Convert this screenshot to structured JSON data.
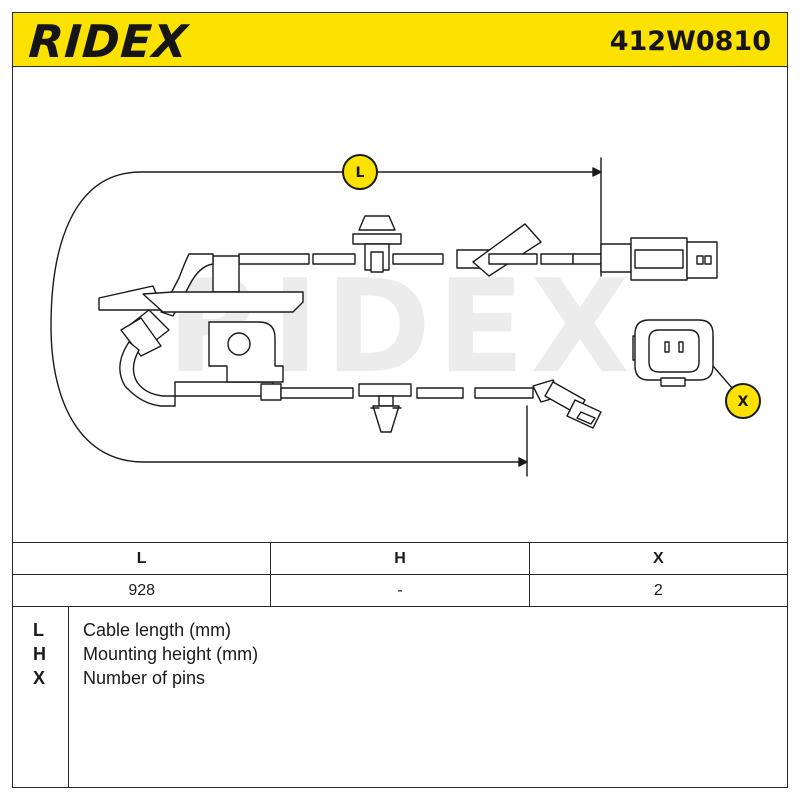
{
  "header": {
    "brand": "RIDEX",
    "part_number": "412W0810"
  },
  "drawing": {
    "watermark": "RIDEX",
    "badges": {
      "length": "L",
      "pins": "X"
    },
    "colors": {
      "accent_yellow": "#fbe200",
      "line": "#1a1a1a",
      "watermark": "#e9e9e9"
    }
  },
  "table": {
    "headers": [
      "L",
      "H",
      "X"
    ],
    "values": [
      "928",
      "-",
      "2"
    ]
  },
  "legend": [
    {
      "key": "L",
      "description": "Cable length (mm)"
    },
    {
      "key": "H",
      "description": "Mounting height (mm)"
    },
    {
      "key": "X",
      "description": "Number of pins"
    }
  ]
}
